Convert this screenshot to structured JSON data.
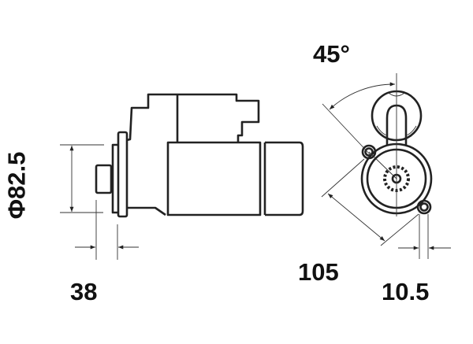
{
  "dimensions": {
    "diameter": "Φ82.5",
    "flange_offset": "38",
    "mount_distance": "105",
    "ear_offset": "10.5",
    "angle": "45°"
  },
  "colors": {
    "line": "#222222",
    "background": "#ffffff"
  }
}
